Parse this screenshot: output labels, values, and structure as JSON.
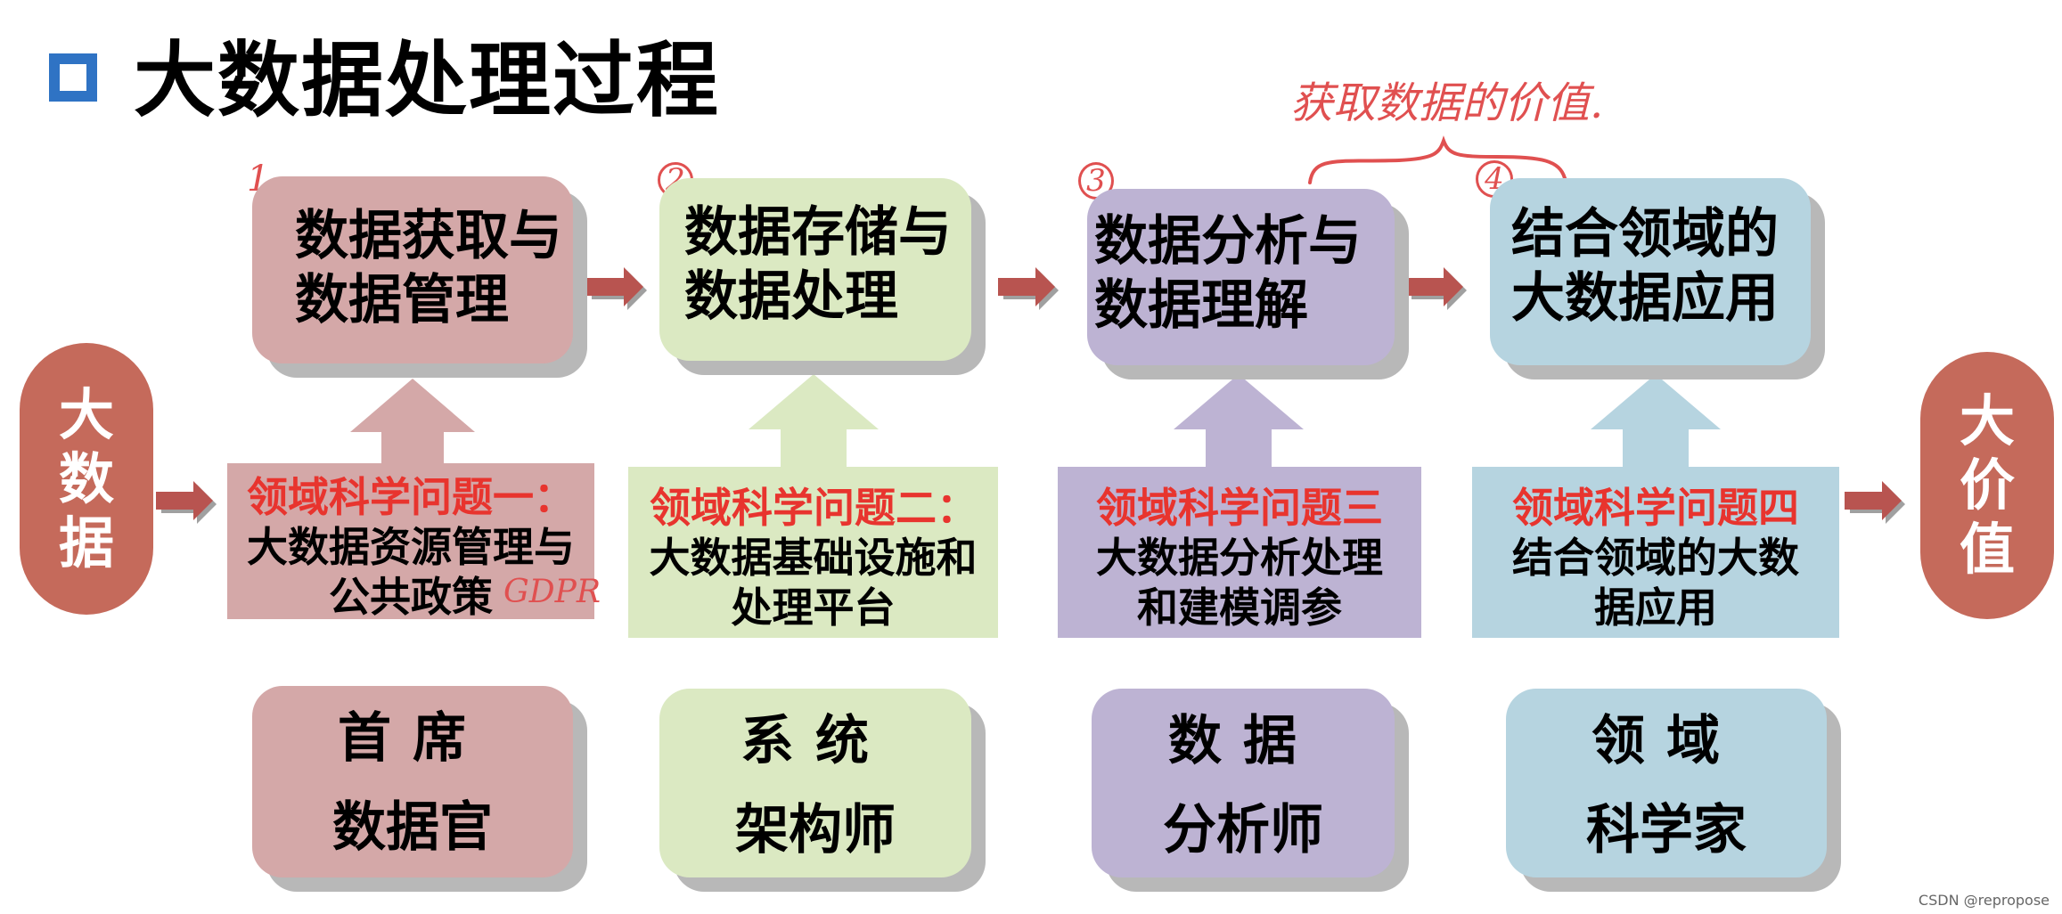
{
  "title": "大数据处理过程",
  "left_pill": [
    "大",
    "数",
    "据"
  ],
  "right_pill": [
    "大",
    "价",
    "值"
  ],
  "annotation_top": "获取数据的价值.",
  "annotation_gdpr": "GDPR",
  "step_numbers": [
    "1",
    "2",
    "3",
    "4"
  ],
  "stages": [
    {
      "line1": "数据获取与",
      "line2": "数据管理"
    },
    {
      "line1": "数据存储与",
      "line2": "数据处理"
    },
    {
      "line1": "数据分析与",
      "line2": "数据理解"
    },
    {
      "line1": "结合领域的",
      "line2": "大数据应用"
    }
  ],
  "questions": [
    {
      "title": "领域科学问题一：",
      "line1": "大数据资源管理与",
      "line2": "公共政策"
    },
    {
      "title": "领域科学问题二：",
      "line1": "大数据基础设施和",
      "line2": "处理平台"
    },
    {
      "title": "领域科学问题三",
      "line1": "大数据分析处理",
      "line2": "和建模调参"
    },
    {
      "title": "领域科学问题四",
      "line1": "结合领域的大数",
      "line2": "据应用"
    }
  ],
  "roles": [
    {
      "line1": "首席",
      "line2": "数据官"
    },
    {
      "line1": "系统",
      "line2": "架构师"
    },
    {
      "line1": "数据",
      "line2": "分析师"
    },
    {
      "line1": "领域",
      "line2": "科学家"
    }
  ],
  "watermark": "CSDN @repropose",
  "colors": {
    "title_square": "#2f73c4",
    "pill": "#c56a5b",
    "pink": "#d4a8a8",
    "green": "#dbe9c2",
    "purple": "#bdb3d3",
    "blue": "#b6d4e0",
    "arrow": "#b85450",
    "question_red": "#e8342e",
    "handwriting": "#e05050"
  }
}
